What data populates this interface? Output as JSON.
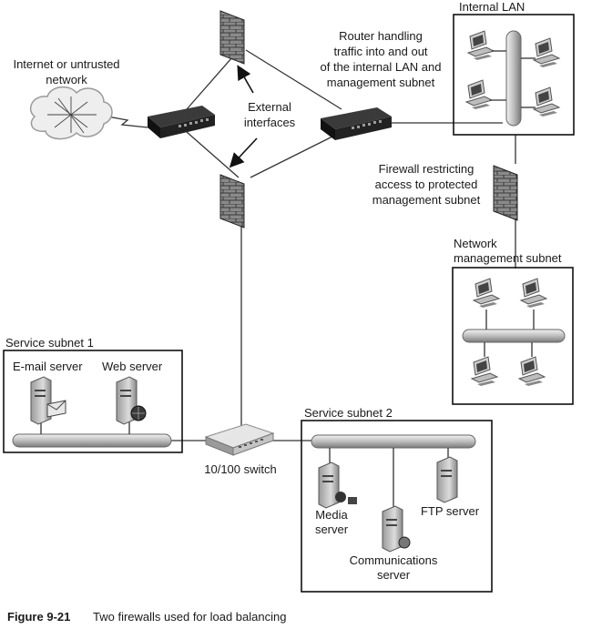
{
  "labels": {
    "internet": [
      "Internet or untrusted",
      "network"
    ],
    "router_desc": [
      "Router handling",
      "traffic into and out",
      "of the internal LAN and",
      "management subnet"
    ],
    "internal_lan": "Internal LAN",
    "external_interfaces": [
      "External",
      "interfaces"
    ],
    "firewall_desc": [
      "Firewall restricting",
      "access to protected",
      "management subnet"
    ],
    "network_mgmt": [
      "Network",
      "management subnet"
    ],
    "service_subnet_1": "Service subnet 1",
    "email_server": "E-mail server",
    "web_server": "Web server",
    "switch": "10/100 switch",
    "service_subnet_2": "Service subnet 2",
    "media_server": [
      "Media",
      "server"
    ],
    "ftp_server": "FTP server",
    "comm_server": [
      "Communications",
      "server"
    ]
  },
  "caption": {
    "number": "Figure 9-21",
    "text": "Two firewalls used for load balancing"
  }
}
